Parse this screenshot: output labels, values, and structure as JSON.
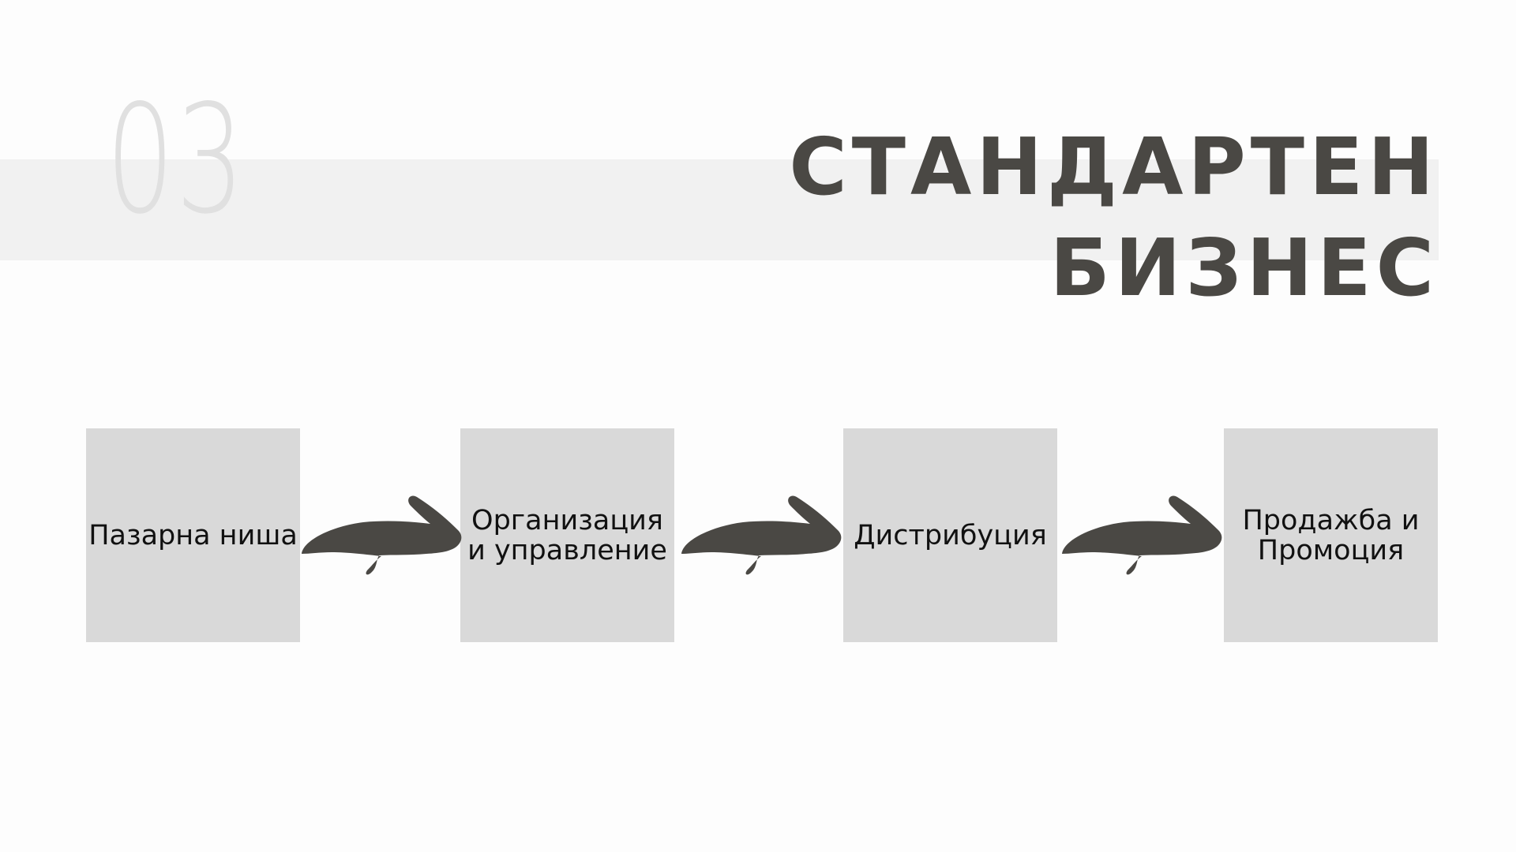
{
  "slide": {
    "number": "03",
    "title_line1": "СТАНДАРТЕН",
    "title_line2": "БИЗНЕС"
  },
  "steps": [
    {
      "label": "Пазарна ниша"
    },
    {
      "label": "Организация\nи управление"
    },
    {
      "label": "Дистрибуция"
    },
    {
      "label": "Продажба и\nПромоция"
    }
  ],
  "connectors": [
    {
      "icon": "arrow-right-icon",
      "from": "Пазарна ниша",
      "to": "Организация и управление"
    },
    {
      "icon": "arrow-right-icon",
      "from": "Организация и управление",
      "to": "Дистрибуция"
    },
    {
      "icon": "arrow-right-icon",
      "from": "Дистрибуция",
      "to": "Продажба и Промоция"
    }
  ],
  "colors": {
    "background": "#fdfdfd",
    "band": "#f1f1f1",
    "number": "#e0e0e0",
    "title": "#4a4844",
    "box": "#d9d9d9",
    "arrow": "#4a4844",
    "text": "#111111"
  }
}
